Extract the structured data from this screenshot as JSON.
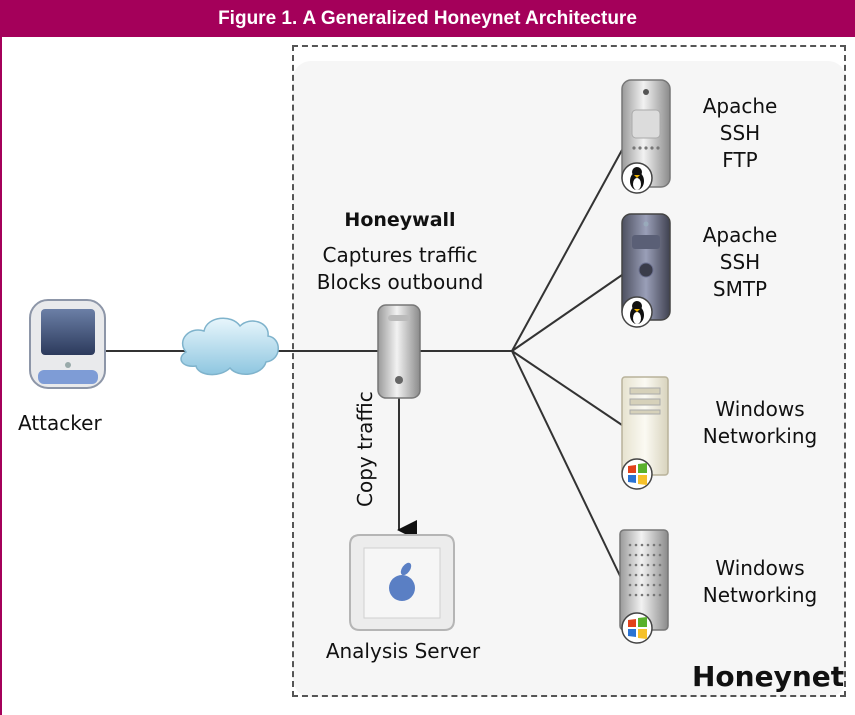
{
  "figure": {
    "title_prefix": "Figure 1.",
    "title_text": "A Generalized Honeynet Architecture",
    "accent_color": "#a4005a"
  },
  "attacker": {
    "label": "Attacker",
    "icon": "imac-icon"
  },
  "internet": {
    "icon": "cloud-icon"
  },
  "honeywall": {
    "title": "Honeywall",
    "lines": [
      "Captures traffic",
      "Blocks outbound"
    ],
    "icon": "server-tower-icon"
  },
  "copy_traffic": {
    "label": "Copy traffic"
  },
  "analysis_server": {
    "label": "Analysis Server",
    "icon": "mac-server-icon"
  },
  "hosts": [
    {
      "services": [
        "Apache",
        "SSH",
        "FTP"
      ],
      "os_icon": "linux-penguin-icon"
    },
    {
      "services": [
        "Apache",
        "SSH",
        "SMTP"
      ],
      "os_icon": "linux-penguin-icon"
    },
    {
      "services": [
        "Windows",
        "Networking"
      ],
      "os_icon": "windows-flag-icon"
    },
    {
      "services": [
        "Windows",
        "Networking"
      ],
      "os_icon": "windows-flag-icon"
    }
  ],
  "honeynet": {
    "label": "Honeynet"
  }
}
